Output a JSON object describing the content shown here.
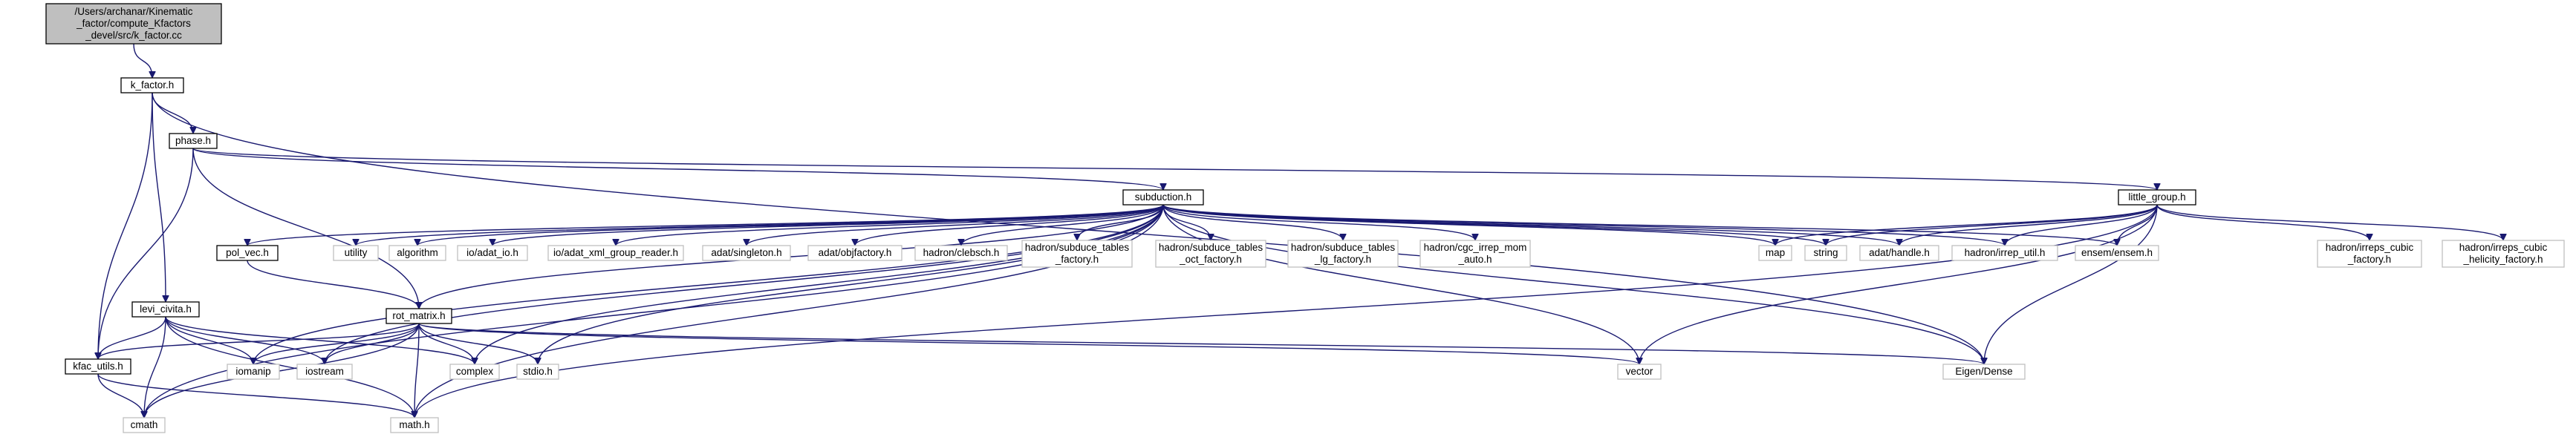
{
  "colors": {
    "root_fill": "#bfbfbf",
    "internal_fill": "#ffffff",
    "external_fill": "#ffffff",
    "internal_border": "#000000",
    "external_border": "#bfbfbf",
    "edge": "#191970"
  },
  "nodes": [
    {
      "id": "root",
      "kind": "root",
      "lines": [
        "/Users/archanar/Kinematic",
        "_factor/compute_Kfactors",
        "_devel/src/k_factor.cc"
      ]
    },
    {
      "id": "k_factor",
      "kind": "internal",
      "lines": [
        "k_factor.h"
      ]
    },
    {
      "id": "phase",
      "kind": "internal",
      "lines": [
        "phase.h"
      ]
    },
    {
      "id": "subduction",
      "kind": "internal",
      "lines": [
        "subduction.h"
      ]
    },
    {
      "id": "little_group",
      "kind": "internal",
      "lines": [
        "little_group.h"
      ]
    },
    {
      "id": "pol_vec",
      "kind": "internal",
      "lines": [
        "pol_vec.h"
      ]
    },
    {
      "id": "levi_civita",
      "kind": "internal",
      "lines": [
        "levi_civita.h"
      ]
    },
    {
      "id": "rot_matrix",
      "kind": "internal",
      "lines": [
        "rot_matrix.h"
      ]
    },
    {
      "id": "kfac_utils",
      "kind": "internal",
      "lines": [
        "kfac_utils.h"
      ]
    },
    {
      "id": "utility",
      "kind": "external",
      "lines": [
        "utility"
      ]
    },
    {
      "id": "algorithm",
      "kind": "external",
      "lines": [
        "algorithm"
      ]
    },
    {
      "id": "io_adat_io",
      "kind": "external",
      "lines": [
        "io/adat_io.h"
      ]
    },
    {
      "id": "io_xml",
      "kind": "external",
      "lines": [
        "io/adat_xml_group_reader.h"
      ]
    },
    {
      "id": "adat_singleton",
      "kind": "external",
      "lines": [
        "adat/singleton.h"
      ]
    },
    {
      "id": "adat_objfactory",
      "kind": "external",
      "lines": [
        "adat/objfactory.h"
      ]
    },
    {
      "id": "hadron_clebsch",
      "kind": "external",
      "lines": [
        "hadron/clebsch.h"
      ]
    },
    {
      "id": "hadron_sub_fac",
      "kind": "external",
      "lines": [
        "hadron/subduce_tables",
        "_factory.h"
      ]
    },
    {
      "id": "hadron_sub_oct",
      "kind": "external",
      "lines": [
        "hadron/subduce_tables",
        "_oct_factory.h"
      ]
    },
    {
      "id": "hadron_sub_lg",
      "kind": "external",
      "lines": [
        "hadron/subduce_tables",
        "_lg_factory.h"
      ]
    },
    {
      "id": "hadron_cgc",
      "kind": "external",
      "lines": [
        "hadron/cgc_irrep_mom",
        "_auto.h"
      ]
    },
    {
      "id": "map",
      "kind": "external",
      "lines": [
        "map"
      ]
    },
    {
      "id": "string",
      "kind": "external",
      "lines": [
        "string"
      ]
    },
    {
      "id": "adat_handle",
      "kind": "external",
      "lines": [
        "adat/handle.h"
      ]
    },
    {
      "id": "hadron_irrep_util",
      "kind": "external",
      "lines": [
        "hadron/irrep_util.h"
      ]
    },
    {
      "id": "ensem",
      "kind": "external",
      "lines": [
        "ensem/ensem.h"
      ]
    },
    {
      "id": "hadron_irreps_cubic",
      "kind": "external",
      "lines": [
        "hadron/irreps_cubic",
        "_factory.h"
      ]
    },
    {
      "id": "hadron_irreps_heli",
      "kind": "external",
      "lines": [
        "hadron/irreps_cubic",
        "_helicity_factory.h"
      ]
    },
    {
      "id": "iomanip",
      "kind": "external",
      "lines": [
        "iomanip"
      ]
    },
    {
      "id": "iostream",
      "kind": "external",
      "lines": [
        "iostream"
      ]
    },
    {
      "id": "complex",
      "kind": "external",
      "lines": [
        "complex"
      ]
    },
    {
      "id": "stdio",
      "kind": "external",
      "lines": [
        "stdio.h"
      ]
    },
    {
      "id": "vector",
      "kind": "external",
      "lines": [
        "vector"
      ]
    },
    {
      "id": "eigen",
      "kind": "external",
      "lines": [
        "Eigen/Dense"
      ]
    },
    {
      "id": "cmath",
      "kind": "external",
      "lines": [
        "cmath"
      ]
    },
    {
      "id": "math",
      "kind": "external",
      "lines": [
        "math.h"
      ]
    }
  ],
  "edges": [
    [
      "root",
      "k_factor"
    ],
    [
      "k_factor",
      "phase"
    ],
    [
      "k_factor",
      "levi_civita"
    ],
    [
      "k_factor",
      "kfac_utils"
    ],
    [
      "k_factor",
      "eigen"
    ],
    [
      "phase",
      "subduction"
    ],
    [
      "phase",
      "little_group"
    ],
    [
      "phase",
      "rot_matrix"
    ],
    [
      "phase",
      "kfac_utils"
    ],
    [
      "subduction",
      "pol_vec"
    ],
    [
      "subduction",
      "utility"
    ],
    [
      "subduction",
      "algorithm"
    ],
    [
      "subduction",
      "io_adat_io"
    ],
    [
      "subduction",
      "io_xml"
    ],
    [
      "subduction",
      "adat_singleton"
    ],
    [
      "subduction",
      "adat_objfactory"
    ],
    [
      "subduction",
      "hadron_clebsch"
    ],
    [
      "subduction",
      "hadron_sub_fac"
    ],
    [
      "subduction",
      "hadron_sub_oct"
    ],
    [
      "subduction",
      "hadron_sub_lg"
    ],
    [
      "subduction",
      "hadron_cgc"
    ],
    [
      "subduction",
      "map"
    ],
    [
      "subduction",
      "string"
    ],
    [
      "subduction",
      "adat_handle"
    ],
    [
      "subduction",
      "hadron_irrep_util"
    ],
    [
      "subduction",
      "ensem"
    ],
    [
      "subduction",
      "rot_matrix"
    ],
    [
      "subduction",
      "iomanip"
    ],
    [
      "subduction",
      "iostream"
    ],
    [
      "subduction",
      "complex"
    ],
    [
      "subduction",
      "stdio"
    ],
    [
      "subduction",
      "vector"
    ],
    [
      "subduction",
      "eigen"
    ],
    [
      "subduction",
      "cmath"
    ],
    [
      "subduction",
      "math"
    ],
    [
      "little_group",
      "map"
    ],
    [
      "little_group",
      "string"
    ],
    [
      "little_group",
      "adat_handle"
    ],
    [
      "little_group",
      "hadron_irrep_util"
    ],
    [
      "little_group",
      "ensem"
    ],
    [
      "little_group",
      "hadron_irreps_cubic"
    ],
    [
      "little_group",
      "hadron_irreps_heli"
    ],
    [
      "little_group",
      "vector"
    ],
    [
      "little_group",
      "eigen"
    ],
    [
      "little_group",
      "math"
    ],
    [
      "pol_vec",
      "rot_matrix"
    ],
    [
      "levi_civita",
      "kfac_utils"
    ],
    [
      "levi_civita",
      "iomanip"
    ],
    [
      "levi_civita",
      "iostream"
    ],
    [
      "levi_civita",
      "complex"
    ],
    [
      "levi_civita",
      "cmath"
    ],
    [
      "levi_civita",
      "math"
    ],
    [
      "rot_matrix",
      "kfac_utils"
    ],
    [
      "rot_matrix",
      "iomanip"
    ],
    [
      "rot_matrix",
      "iostream"
    ],
    [
      "rot_matrix",
      "complex"
    ],
    [
      "rot_matrix",
      "stdio"
    ],
    [
      "rot_matrix",
      "vector"
    ],
    [
      "rot_matrix",
      "eigen"
    ],
    [
      "rot_matrix",
      "cmath"
    ],
    [
      "rot_matrix",
      "math"
    ],
    [
      "kfac_utils",
      "cmath"
    ],
    [
      "kfac_utils",
      "math"
    ]
  ]
}
